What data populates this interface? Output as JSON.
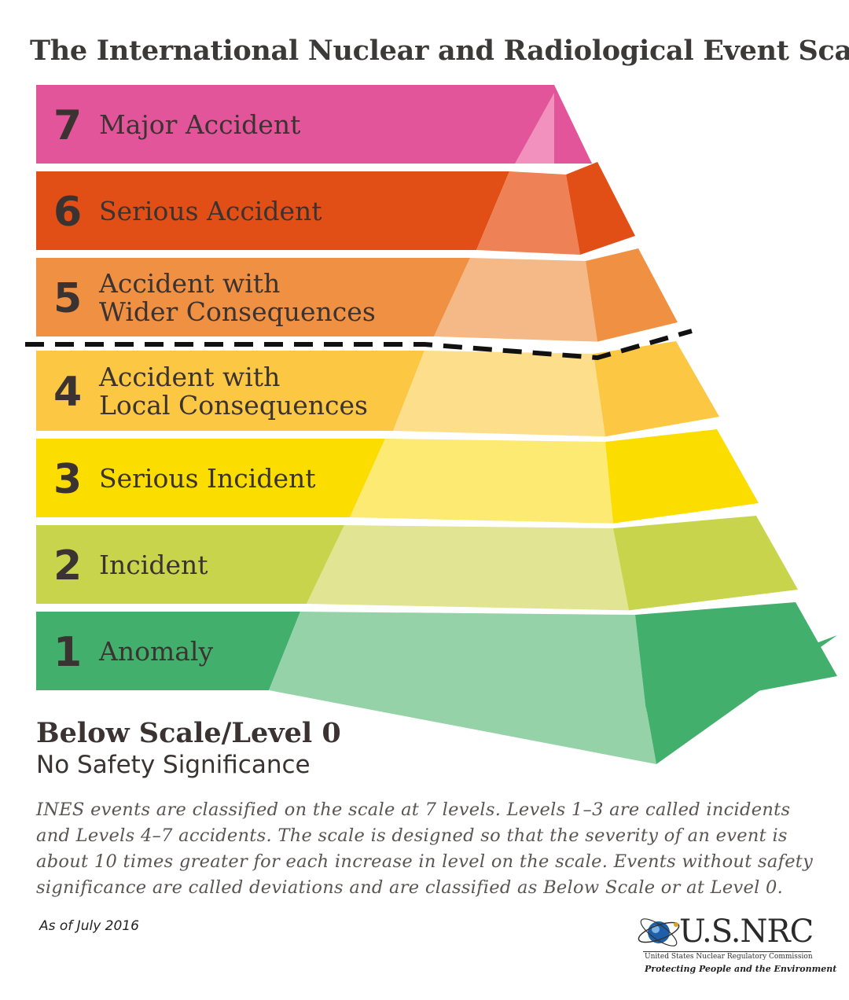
{
  "title": "The International Nuclear and Radiological Event Scale",
  "levels": [
    {
      "number": "7",
      "lines": [
        "Major Accident"
      ],
      "color": "#e3559a",
      "light": "#f291be"
    },
    {
      "number": "6",
      "lines": [
        "Serious Accident"
      ],
      "color": "#e24f16",
      "light": "#ee8156"
    },
    {
      "number": "5",
      "lines": [
        "Accident with",
        "Wider Consequences"
      ],
      "color": "#ef9043",
      "light": "#f5b887"
    },
    {
      "number": "4",
      "lines": [
        "Accident with",
        "Local Consequences"
      ],
      "color": "#fcc742",
      "light": "#fdde8b"
    },
    {
      "number": "3",
      "lines": [
        "Serious Incident"
      ],
      "color": "#fbdd00",
      "light": "#fcea72"
    },
    {
      "number": "2",
      "lines": [
        "Incident"
      ],
      "color": "#c9d44d",
      "light": "#e0e493"
    },
    {
      "number": "1",
      "lines": [
        "Anomaly"
      ],
      "color": "#42b06c",
      "light": "#95d2a8"
    }
  ],
  "below_scale": {
    "title": "Below Scale/Level 0",
    "subtitle": "No Safety Significance"
  },
  "description": "INES events are classified on the scale at 7 levels. Levels 1–3 are called incidents and Levels 4–7 accidents. The scale is designed so that the severity of an event is about 10 times greater for each increase in level on the scale. Events without safety significance are called deviations and are classified as Below Scale or at Level 0.",
  "as_of": "As of July 2016",
  "logo": {
    "name": "U.S.NRC",
    "org": "United States Nuclear Regulatory Commission",
    "tagline": "Protecting People and the Environment"
  }
}
